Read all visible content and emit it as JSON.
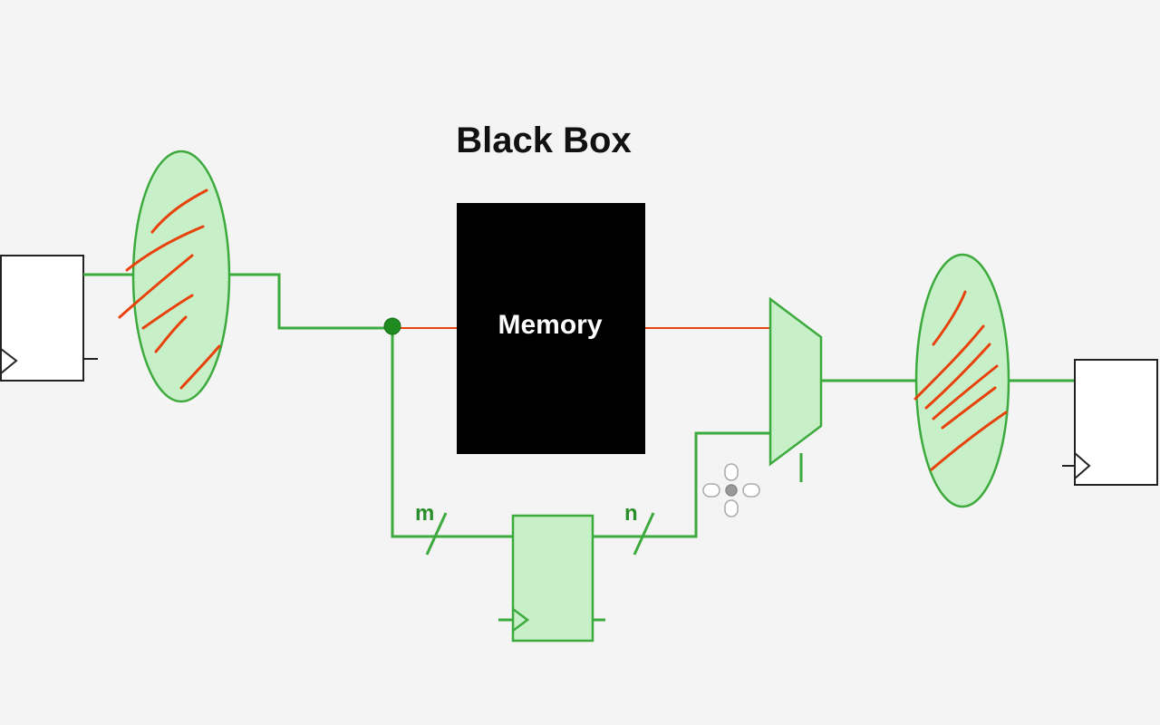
{
  "title": "Black Box",
  "memory_label": "Memory",
  "bus_widths": {
    "input": "m",
    "output": "n"
  },
  "colors": {
    "wire": "#3daa3d",
    "block_fill": "#c8f0c8",
    "annotation": "#e8420c",
    "memory_fill": "#000000",
    "register_outline": "#222222",
    "background": "#f4f4f4"
  },
  "icons": {
    "cursor": "move-cursor-icon"
  }
}
